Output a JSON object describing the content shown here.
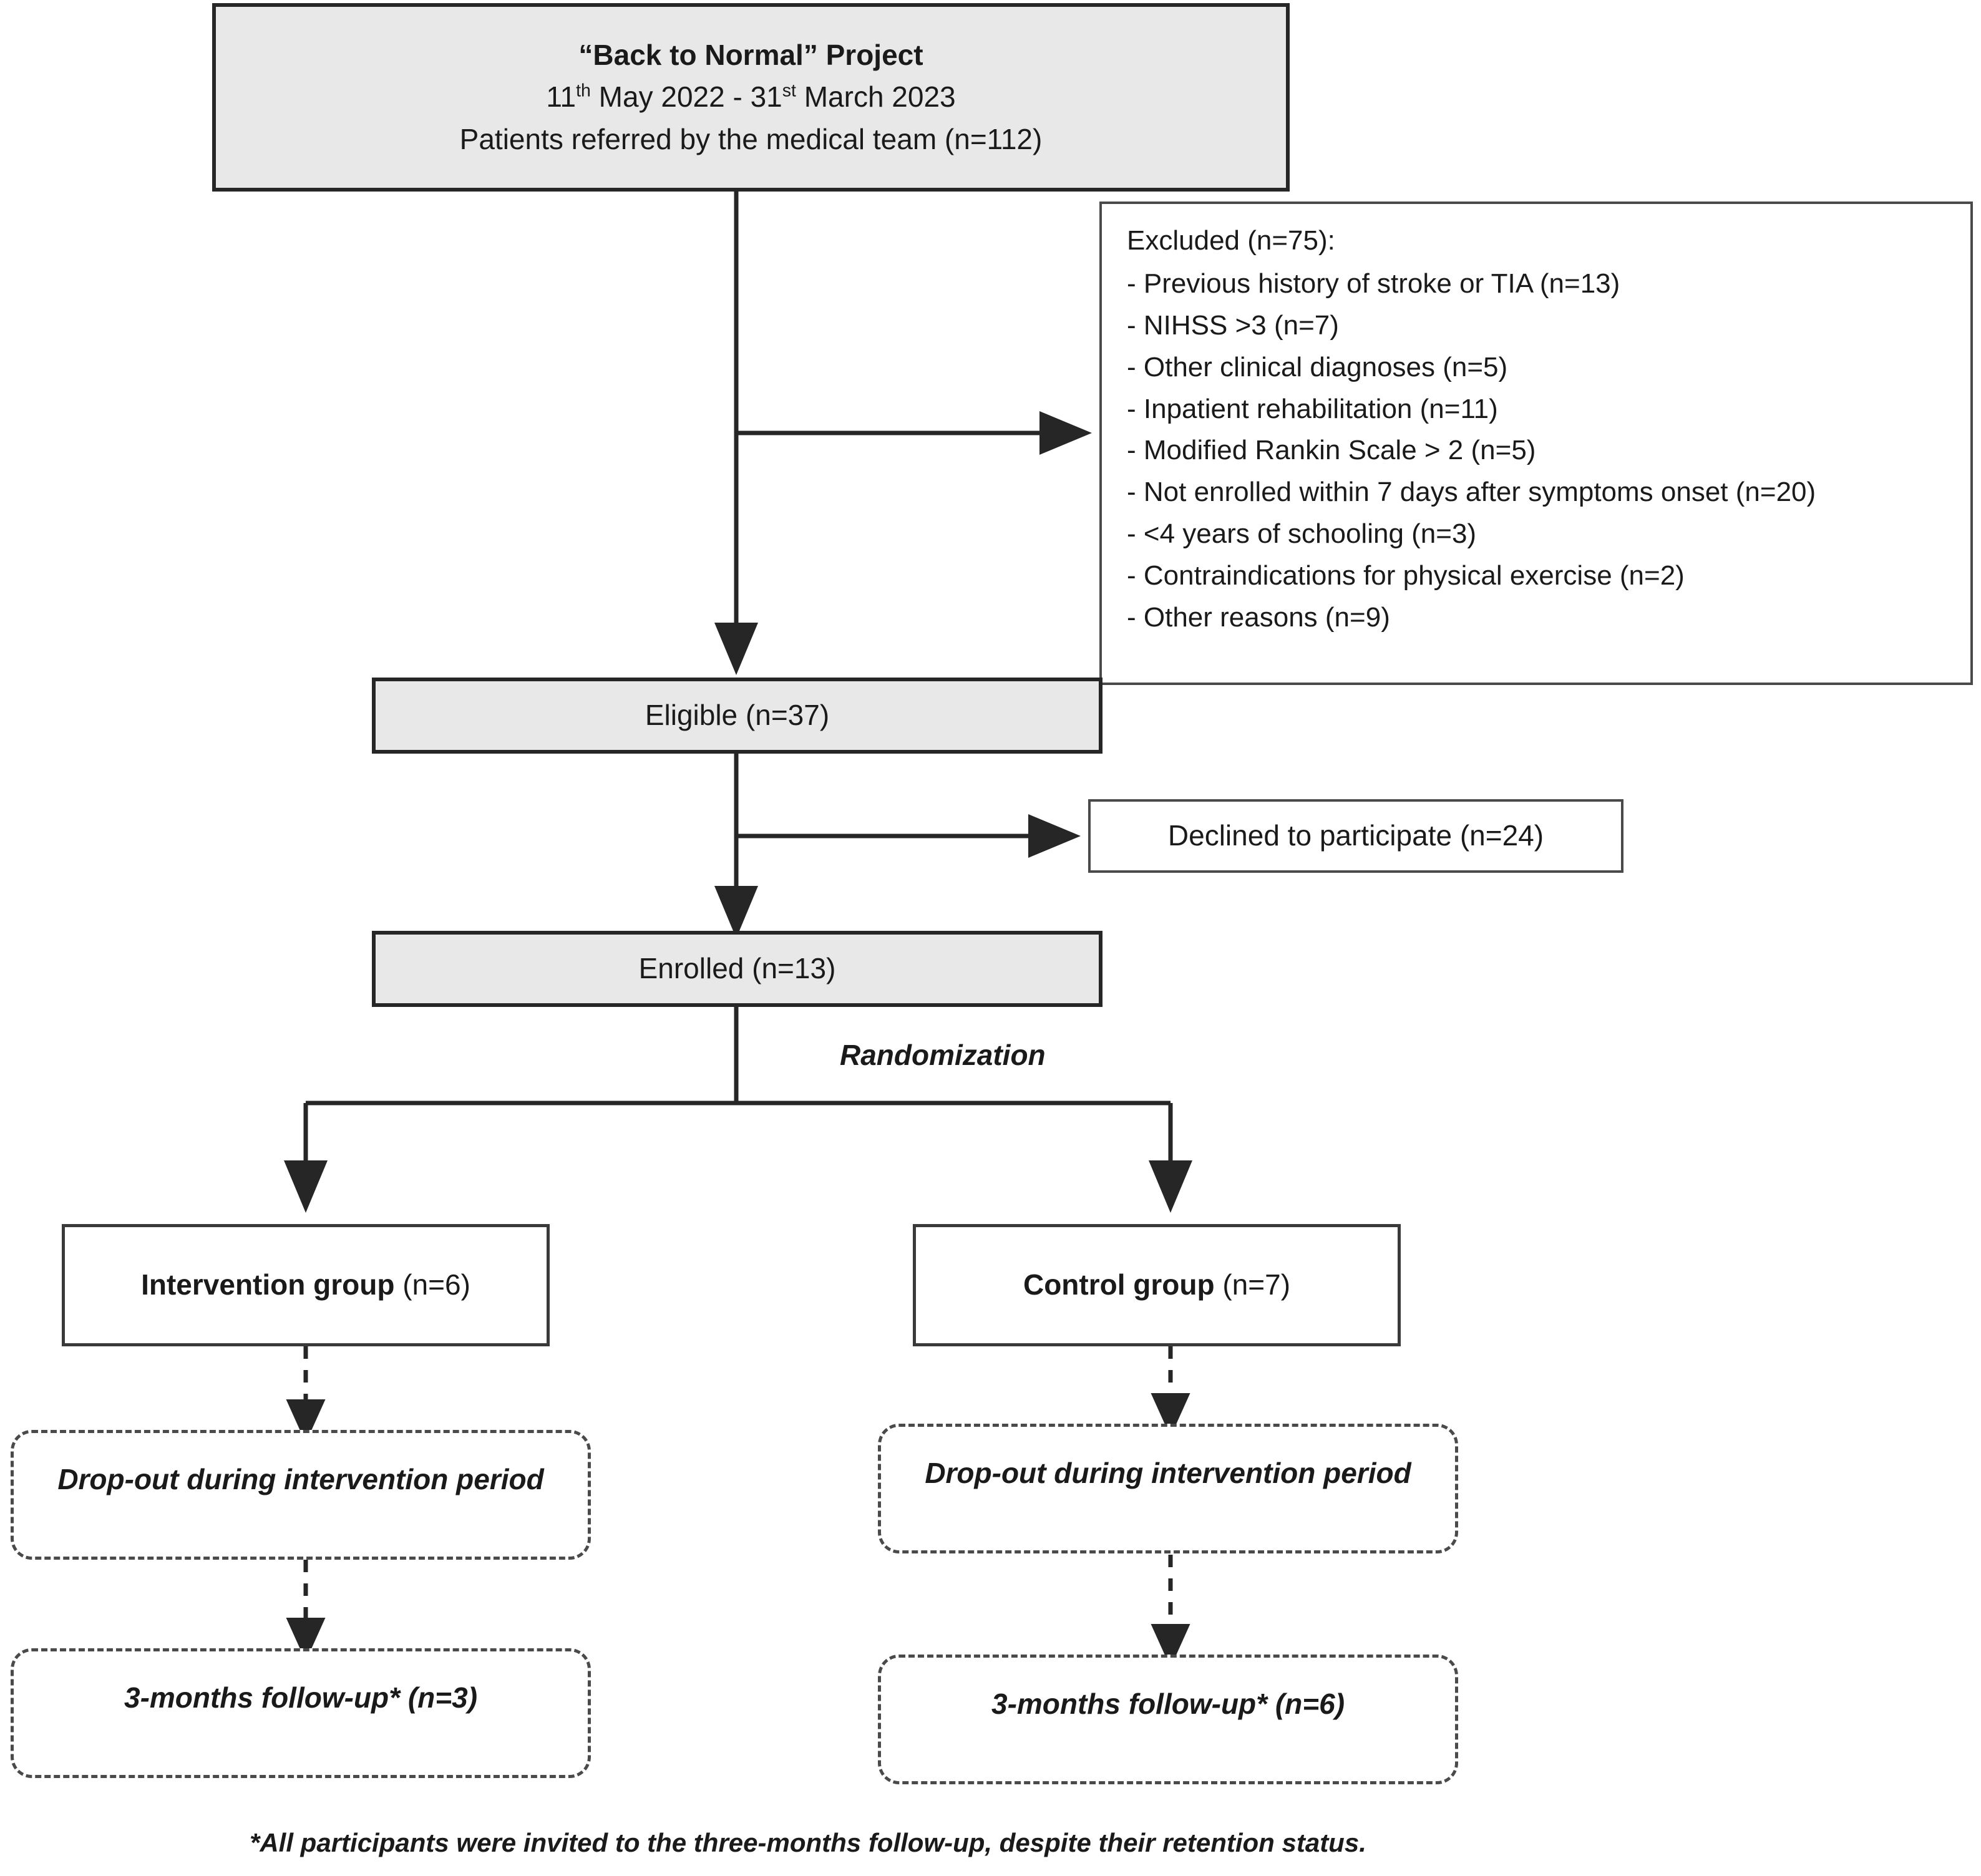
{
  "header": {
    "title": "“Back to Normal” Project",
    "date_prefix": "11",
    "date_sup1": "th",
    "date_mid": " May 2022 - 31",
    "date_sup2": "st",
    "date_suffix": " March 2023",
    "referred": "Patients referred by the medical team (n=112)"
  },
  "excluded": {
    "heading": "Excluded (n=75):",
    "items": [
      "- Previous history of stroke or TIA (n=13)",
      "- NIHSS >3 (n=7)",
      "- Other clinical diagnoses (n=5)",
      "- Inpatient rehabilitation (n=11)",
      "- Modified Rankin Scale > 2 (n=5)",
      "- Not enrolled within 7 days after symptoms onset (n=20)",
      "- <4 years of schooling (n=3)",
      "- Contraindications for physical exercise (n=2)",
      "- Other reasons (n=9)"
    ]
  },
  "eligible": {
    "label": "Eligible (n=37)"
  },
  "declined": {
    "label": "Declined to participate (n=24)"
  },
  "enrolled": {
    "label": "Enrolled (n=13)"
  },
  "randomization": {
    "label": "Randomization"
  },
  "intervention": {
    "name": "Intervention group",
    "count": " (n=6)"
  },
  "control": {
    "name": "Control group",
    "count": " (n=7)"
  },
  "dropout_left": {
    "label": "Drop-out during intervention period"
  },
  "dropout_right": {
    "label": "Drop-out during intervention period"
  },
  "followup_left": {
    "pre": "3-months follow-up",
    "star": "*",
    "post": " (n=3)"
  },
  "followup_right": {
    "pre": "3-months follow-up",
    "star": "*",
    "post": " (n=6)"
  },
  "footnote": {
    "text": "*All participants were invited to the three-months follow-up, despite their retention status."
  },
  "colors": {
    "grey_fill": "#e8e8e8",
    "stroke_dark": "#262626",
    "stroke_mid": "#4a4a4a",
    "text": "#1a1a1a"
  }
}
